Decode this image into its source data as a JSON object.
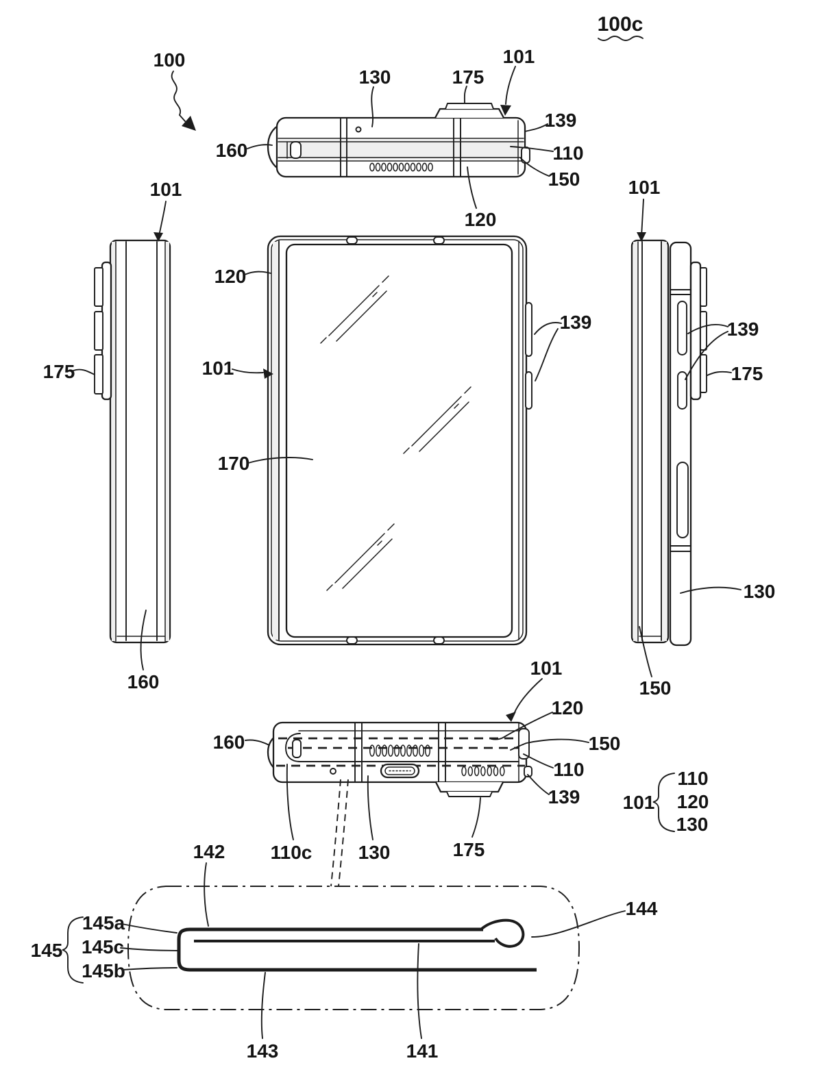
{
  "figure_title": "100c",
  "top_view": {
    "ref_100": "100",
    "ref_130": "130",
    "ref_175": "175",
    "ref_101": "101",
    "ref_139": "139",
    "ref_160": "160",
    "ref_110": "110",
    "ref_150": "150",
    "ref_120": "120"
  },
  "front_view": {
    "ref_120": "120",
    "ref_101": "101",
    "ref_170": "170",
    "ref_139": "139"
  },
  "left_side_view": {
    "ref_101": "101",
    "ref_175": "175",
    "ref_160": "160"
  },
  "right_side_view": {
    "ref_101": "101",
    "ref_139": "139",
    "ref_175": "175",
    "ref_130": "130",
    "ref_150": "150"
  },
  "bottom_view": {
    "ref_101": "101",
    "ref_120": "120",
    "ref_150": "150",
    "ref_110": "110",
    "ref_139": "139",
    "ref_160": "160",
    "ref_110c": "110c",
    "ref_130": "130",
    "ref_175": "175"
  },
  "legend": {
    "group": "101",
    "items": [
      "110",
      "120",
      "130"
    ]
  },
  "detail_view": {
    "ref_142": "142",
    "ref_144": "144",
    "ref_145": "145",
    "ref_145a": "145a",
    "ref_145c": "145c",
    "ref_145b": "145b",
    "ref_143": "143",
    "ref_141": "141"
  }
}
